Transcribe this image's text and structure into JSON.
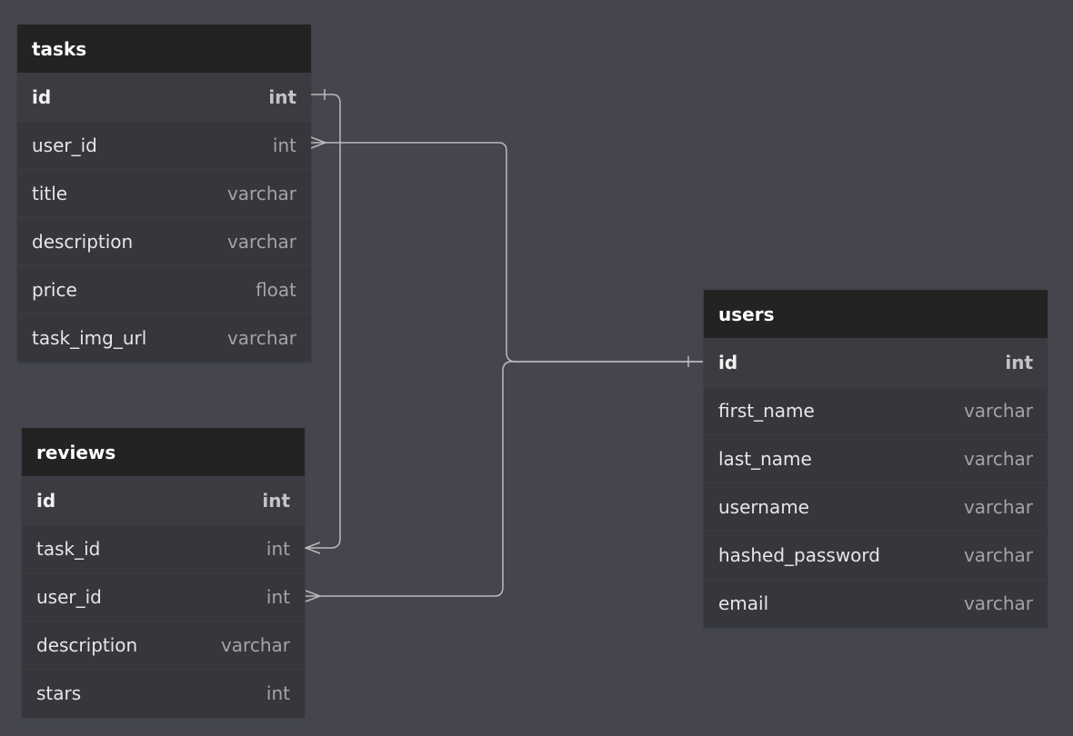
{
  "tables": {
    "tasks": {
      "name": "tasks",
      "fields": [
        {
          "name": "id",
          "type": "int"
        },
        {
          "name": "user_id",
          "type": "int"
        },
        {
          "name": "title",
          "type": "varchar"
        },
        {
          "name": "description",
          "type": "varchar"
        },
        {
          "name": "price",
          "type": "float"
        },
        {
          "name": "task_img_url",
          "type": "varchar"
        }
      ]
    },
    "reviews": {
      "name": "reviews",
      "fields": [
        {
          "name": "id",
          "type": "int"
        },
        {
          "name": "task_id",
          "type": "int"
        },
        {
          "name": "user_id",
          "type": "int"
        },
        {
          "name": "description",
          "type": "varchar"
        },
        {
          "name": "stars",
          "type": "int"
        }
      ]
    },
    "users": {
      "name": "users",
      "fields": [
        {
          "name": "id",
          "type": "int"
        },
        {
          "name": "first_name",
          "type": "varchar"
        },
        {
          "name": "last_name",
          "type": "varchar"
        },
        {
          "name": "username",
          "type": "varchar"
        },
        {
          "name": "hashed_password",
          "type": "varchar"
        },
        {
          "name": "email",
          "type": "varchar"
        }
      ]
    }
  },
  "relationships": [
    {
      "from": "tasks.user_id",
      "to": "users.id",
      "cardinality": "many-to-one"
    },
    {
      "from": "reviews.user_id",
      "to": "users.id",
      "cardinality": "many-to-one"
    },
    {
      "from": "reviews.task_id",
      "to": "tasks.id",
      "cardinality": "many-to-one"
    }
  ],
  "colors": {
    "canvas": "#45464d",
    "table_body": "#36373c",
    "table_header": "#232323",
    "connector": "#b9b9bd"
  }
}
